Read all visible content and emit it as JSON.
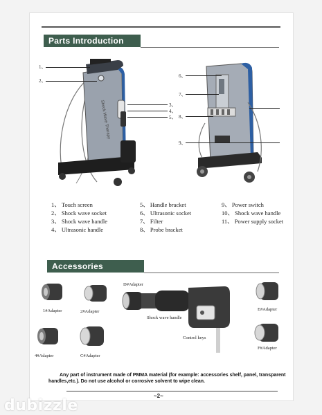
{
  "sections": {
    "parts_title": "Parts Introduction",
    "accessories_title": "Accessories"
  },
  "callouts": {
    "left": [
      "1、",
      "2、",
      "3、",
      "4、",
      "5、"
    ],
    "right": [
      "6、",
      "7、",
      "8、",
      "9、"
    ]
  },
  "device_text": "Shock Wave Therapy",
  "parts": {
    "col1": [
      "1、 Touch screen",
      "2、 Shock wave socket",
      "3、 Shock wave handle",
      "4、 Ultrasonic handle"
    ],
    "col2": [
      "5、 Handle bracket",
      "6、 Ultrasonic socket",
      "7、 Filter",
      "8、 Probe bracket"
    ],
    "col3": [
      "9、 Power switch",
      "10、 Shock wave handle",
      "11、 Power supply socket"
    ]
  },
  "accessories": {
    "adapter_1": "1#Adapter",
    "adapter_2": "2#Adapter",
    "adapter_d": "D#Adapter",
    "adapter_e": "E#Adapter",
    "adapter_4": "4#Adapter",
    "adapter_c": "C#Adapter",
    "adapter_f": "F#Adapter",
    "handle": "Shock wave handle",
    "control_keys": "Control keys"
  },
  "note": "Any part of instrument made of PMMA material (for example: accessories shelf, panel, transparent handles,etc.). Do not use alcohol or corrosive solvent to wipe clean.",
  "page_number": "~2~",
  "watermark": "dubizzle",
  "colors": {
    "header_bg": "#3e5e4e",
    "device_body": "#9aa2ad",
    "device_accent": "#2d5fa3"
  }
}
